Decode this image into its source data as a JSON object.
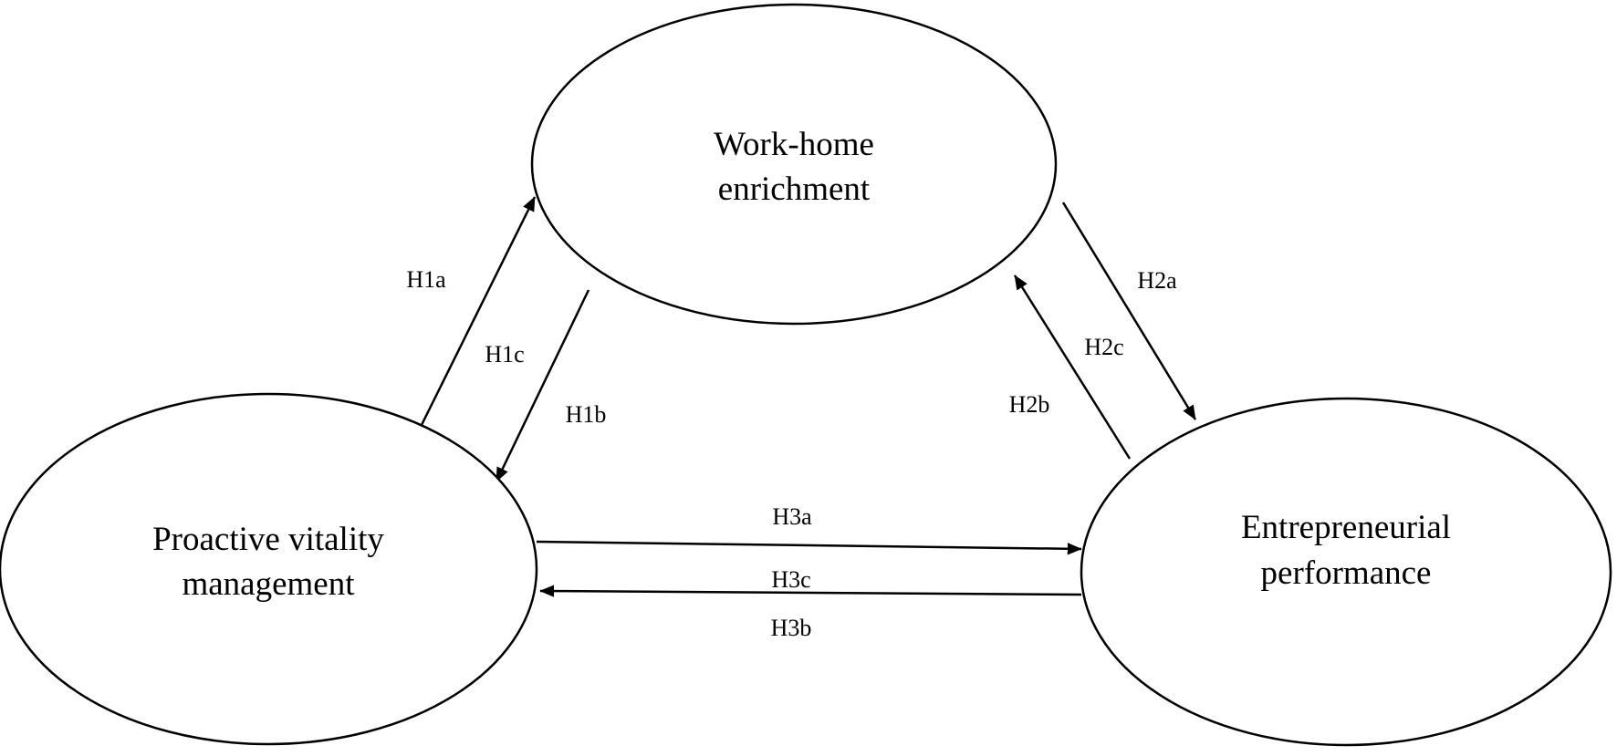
{
  "nodes": {
    "work_home": {
      "lines": [
        "Work-home",
        "enrichment"
      ]
    },
    "proactive": {
      "lines": [
        "Proactive vitality",
        "management"
      ]
    },
    "entrepreneurial": {
      "lines": [
        "Entrepreneurial",
        "performance"
      ]
    }
  },
  "edge_labels": {
    "h1a": "H1a",
    "h1b": "H1b",
    "h1c": "H1c",
    "h2a": "H2a",
    "h2b": "H2b",
    "h2c": "H2c",
    "h3a": "H3a",
    "h3b": "H3b",
    "h3c": "H3c"
  },
  "colors": {
    "stroke": "#000000",
    "background": "#ffffff"
  }
}
